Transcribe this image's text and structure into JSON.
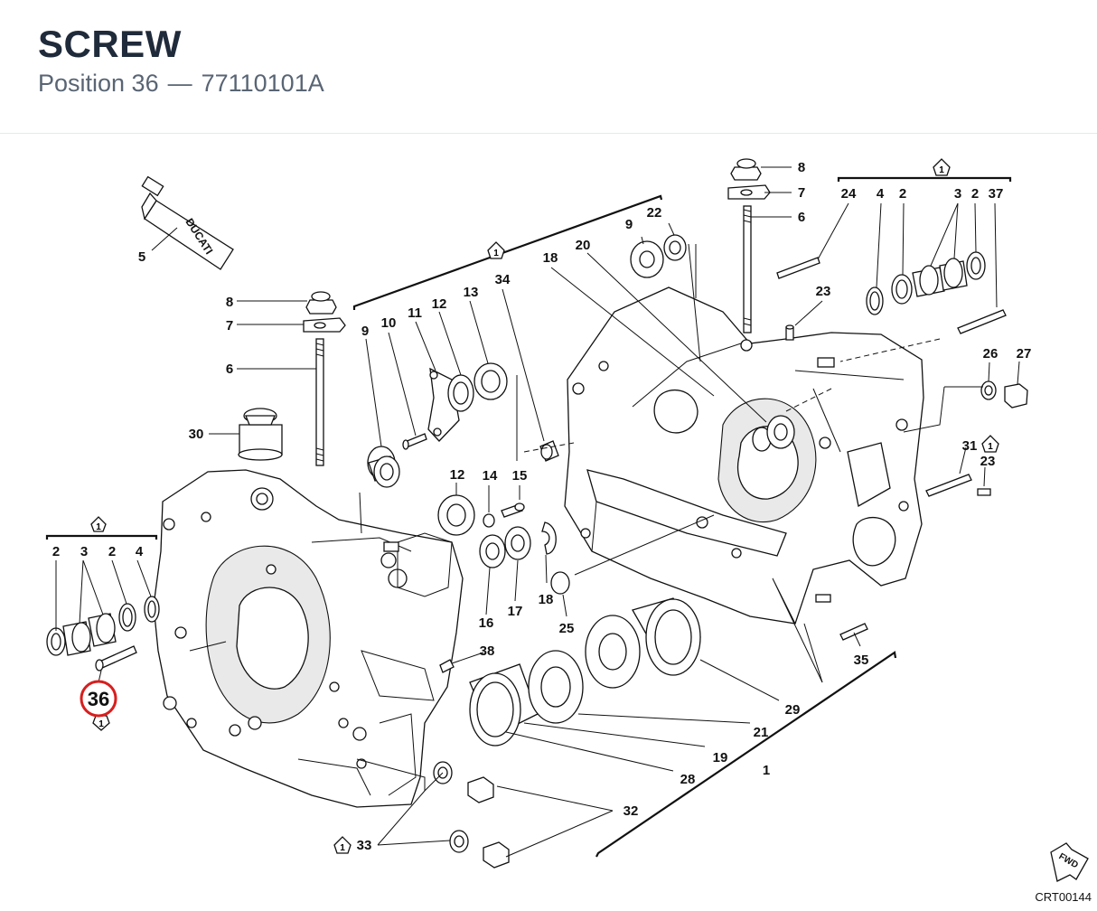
{
  "header": {
    "title": "SCREW",
    "position_prefix": "Position 36",
    "separator": "—",
    "part_number": "77110101A"
  },
  "selected_callout": "36",
  "tube_brand": "DUCATI",
  "fwd_label": "FWD",
  "drawing_code": "CRT00144",
  "symbol_number": "1",
  "accent_color": "#d81e1e",
  "callouts": {
    "c5": "5",
    "c8a": "8",
    "c7a": "7",
    "c6a": "6",
    "c30": "30",
    "c2a": "2",
    "c3a": "3",
    "c2b": "2",
    "c4a": "4",
    "c9a": "9",
    "c10": "10",
    "c11": "11",
    "c12a": "12",
    "c13": "13",
    "c34": "34",
    "c18a": "18",
    "c20": "20",
    "c9b": "9",
    "c22": "22",
    "c8b": "8",
    "c7b": "7",
    "c6b": "6",
    "c24": "24",
    "c4b": "4",
    "c2c": "2",
    "c3b": "3",
    "c2d": "2",
    "c37": "37",
    "c23a": "23",
    "c26": "26",
    "c27": "27",
    "c31": "31",
    "c23b": "23",
    "c12b": "12",
    "c14": "14",
    "c15": "15",
    "c16": "16",
    "c17": "17",
    "c18b": "18",
    "c25": "25",
    "c38": "38",
    "c35": "35",
    "c29": "29",
    "c21": "21",
    "c19": "19",
    "c28": "28",
    "c1": "1",
    "c32": "32",
    "c33": "33"
  }
}
